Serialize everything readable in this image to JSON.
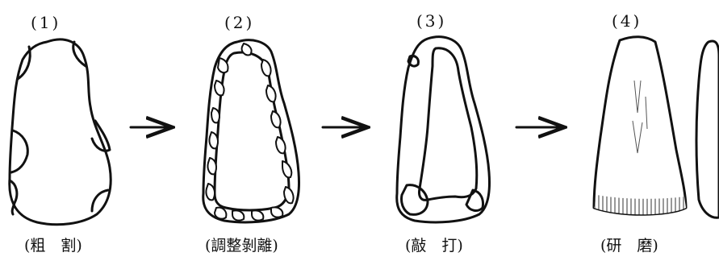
{
  "stages": [
    {
      "number": "(1)",
      "caption": "(粗　割)"
    },
    {
      "number": "(2)",
      "caption": "(調整剝離)"
    },
    {
      "number": "(3)",
      "caption": "(敲　打)"
    },
    {
      "number": "(4)",
      "caption": "(研　磨)"
    }
  ],
  "colors": {
    "ink": "#111111",
    "background": "#ffffff"
  }
}
